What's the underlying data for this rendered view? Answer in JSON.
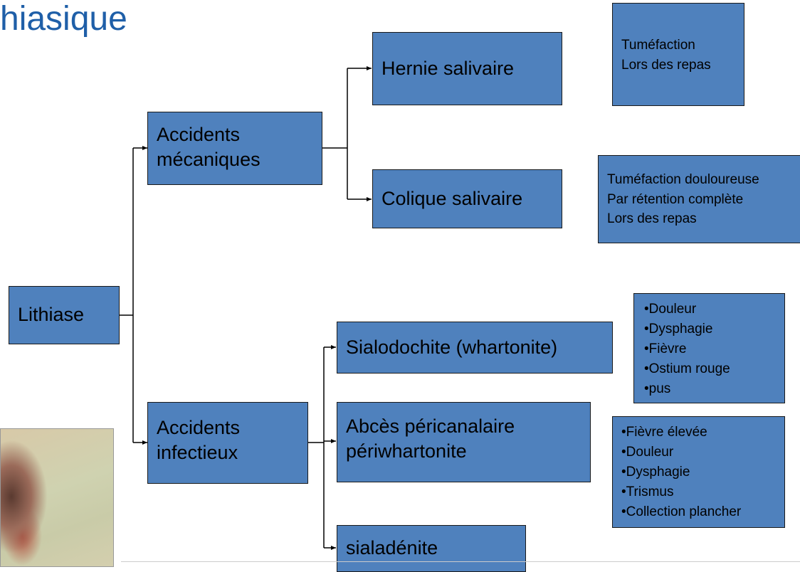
{
  "title": "hiasique",
  "root": "Lithiase",
  "branches": {
    "mecaniques": [
      "Accidents",
      "mécaniques"
    ],
    "infectieux": [
      "Accidents",
      "infectieux"
    ]
  },
  "mecaniques_children": {
    "hernie": "Hernie salivaire",
    "colique": "Colique salivaire"
  },
  "infectieux_children": {
    "sialodochite": "Sialodochite (whartonite)",
    "abces": [
      "Abcès péricanalaire",
      "périwhartonite"
    ],
    "sialadenite": "sialadénite"
  },
  "notes": {
    "hernie": [
      "Tuméfaction",
      "Lors des repas"
    ],
    "colique": [
      "Tuméfaction douloureuse",
      "Par rétention complète",
      "Lors des repas"
    ],
    "sialodochite": [
      "•Douleur",
      "•Dysphagie",
      "•Fièvre",
      "•Ostium rouge",
      "•pus"
    ],
    "abces": [
      "•Fièvre élevée",
      "•Douleur",
      "•Dysphagie",
      "•Trismus",
      "•Collection plancher"
    ]
  },
  "colors": {
    "box": "#4f81bd",
    "title": "#1f5fa8",
    "line": "#000000"
  }
}
